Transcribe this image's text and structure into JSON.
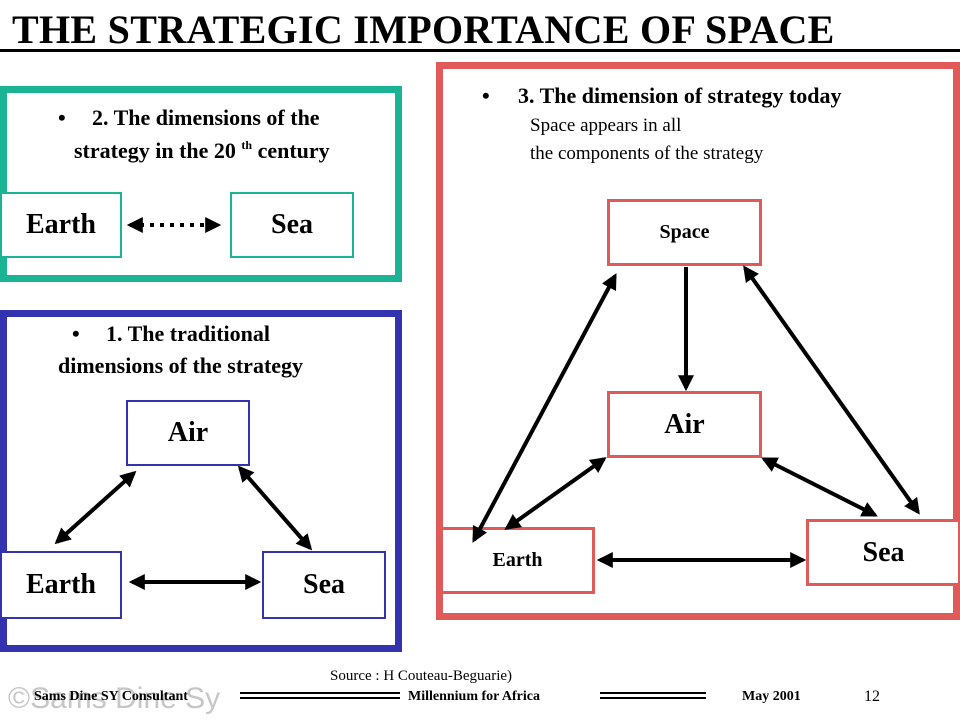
{
  "title": "THE STRATEGIC IMPORTANCE OF SPACE",
  "section2": {
    "bullet": "•",
    "line1": "2. The dimensions of the",
    "line2_pre": "strategy in the 20 ",
    "line2_sup": "th",
    "line2_post": " century",
    "boxes": {
      "left": "Earth",
      "right": "Sea"
    }
  },
  "section1": {
    "bullet": "•",
    "line1": "1. The traditional",
    "line2": "dimensions of the strategy",
    "boxes": {
      "top": "Air",
      "left": "Earth",
      "right": "Sea"
    }
  },
  "section3": {
    "bullet": "•",
    "heading": "3. The dimension of strategy today",
    "desc1": "Space appears in  all",
    "desc2": "the components of the strategy",
    "boxes": {
      "space": "Space",
      "air": "Air",
      "earth": "Earth",
      "sea": "Sea"
    }
  },
  "colors": {
    "green": "#1ab394",
    "blue": "#3333b0",
    "red": "#e05a5a"
  },
  "footer": {
    "source": "Source : H Couteau-Beguarie)",
    "left": "Sams Dine SY Consultant",
    "center": "Millennium  for Africa",
    "right": "May 2001",
    "page": "12",
    "watermark": "©Sams Dine Sy"
  }
}
